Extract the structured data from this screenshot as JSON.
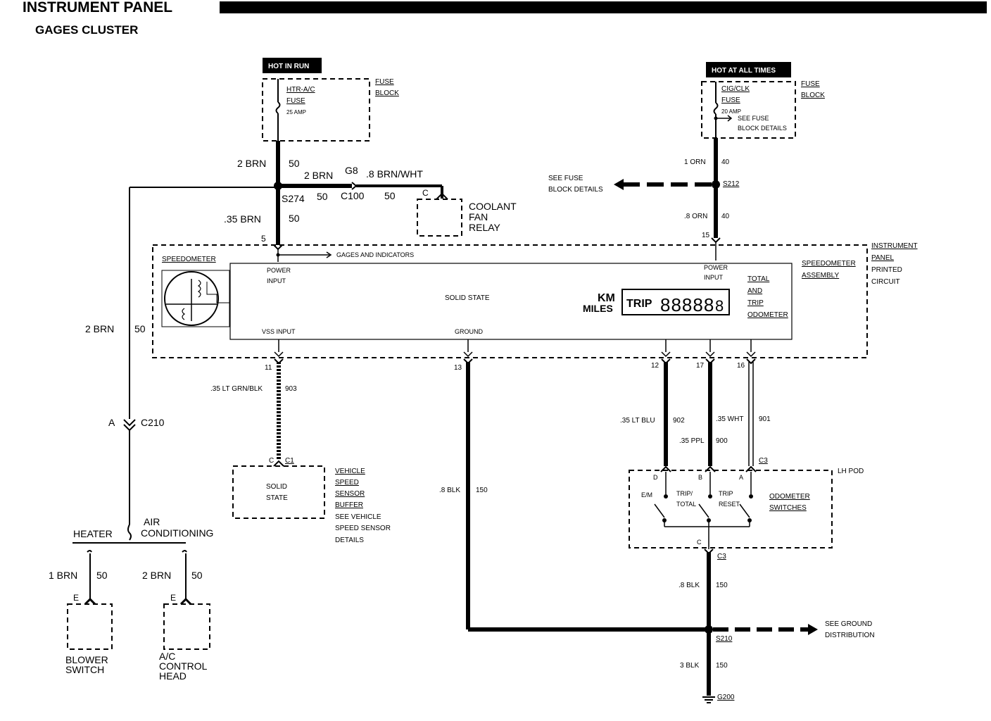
{
  "header": {
    "title": "INSTRUMENT PANEL",
    "subtitle": "GAGES CLUSTER"
  },
  "power_left": {
    "badge": "HOT IN RUN",
    "fuse_name": "HTR-A/C",
    "fuse_word": "FUSE",
    "fuse_rating": "25 AMP",
    "block_label_1": "FUSE",
    "block_label_2": "BLOCK"
  },
  "power_right": {
    "badge": "HOT AT ALL TIMES",
    "fuse_name": "CIG/CLK",
    "fuse_word": "FUSE",
    "fuse_rating": "20 AMP",
    "note_1": "SEE FUSE",
    "note_2": "BLOCK DETAILS",
    "block_label_1": "FUSE",
    "block_label_2": "BLOCK"
  },
  "wires": {
    "w_2brn_top": "2 BRN",
    "w_50_top": "50",
    "w_2brn_mid": "2 BRN",
    "w_g8": "G8",
    "w_8brnwht": ".8 BRN/WHT",
    "w_s274": "S274",
    "w_50_s274": "50",
    "w_c100": "C100",
    "w_50_c100": "50",
    "w_35brn": ".35 BRN",
    "w_50_35brn": "50",
    "w_pin5": "5",
    "w_2brn_left": "2 BRN",
    "w_50_left": "50",
    "w_1orn": "1 ORN",
    "w_40_top": "40",
    "w_s212": "S212",
    "w_8orn": ".8 ORN",
    "w_40_bot": "40",
    "w_pin15": "15",
    "w_pin11": "11",
    "w_ltgrnblk": ".35 LT GRN/BLK",
    "w_903": "903",
    "w_pin13": "13",
    "w_8blk_mid": ".8 BLK",
    "w_150_mid": "150",
    "w_pin12": "12",
    "w_ltblu": ".35 LT BLU",
    "w_902": "902",
    "w_pin17": "17",
    "w_wht": ".35 WHT",
    "w_ppl": ".35 PPL",
    "w_900": "900",
    "w_pin16": "16",
    "w_901": "901",
    "w_8blk_low": ".8 BLK",
    "w_150_low": "150",
    "w_s210": "S210",
    "w_3blk": "3 BLK",
    "w_150_bot": "150",
    "w_g200": "G200",
    "w_c3_top": "C3",
    "w_c3_bot": "C3",
    "w_1brn": "1 BRN",
    "w_50_1brn": "50",
    "w_2brn_ac": "2 BRN",
    "w_50_ac": "50",
    "w_c210_a": "A",
    "w_c210": "C210"
  },
  "references": {
    "fuse_block_details_1": "SEE FUSE",
    "fuse_block_details_2": "BLOCK DETAILS",
    "ground_dist_1": "SEE GROUND",
    "ground_dist_2": "DISTRIBUTION"
  },
  "coolant_relay": {
    "pin": "C",
    "line1": "COOLANT",
    "line2": "FAN",
    "line3": "RELAY"
  },
  "cluster": {
    "speedometer_label": "SPEEDOMETER",
    "gages_indicators": "GAGES AND INDICATORS",
    "power_input_left_1": "POWER",
    "power_input_left_2": "INPUT",
    "power_input_right_1": "POWER",
    "power_input_right_2": "INPUT",
    "solid_state": "SOLID STATE",
    "vss_input": "VSS INPUT",
    "ground": "GROUND",
    "km": "KM",
    "miles": "MILES",
    "trip": "TRIP",
    "odometer_digits": "88888",
    "odometer_decimal": "8",
    "total_1": "TOTAL",
    "total_2": "AND",
    "total_3": "TRIP",
    "total_4": "ODOMETER",
    "assembly_1": "SPEEDOMETER",
    "assembly_2": "ASSEMBLY",
    "ipc_1": "INSTRUMENT",
    "ipc_2": "PANEL",
    "ipc_3": "PRINTED",
    "ipc_4": "CIRCUIT"
  },
  "vss_buffer": {
    "pin": "C",
    "connector": "C1",
    "line1": "SOLID",
    "line2": "STATE",
    "label_1": "VEHICLE",
    "label_2": "SPEED",
    "label_3": "SENSOR",
    "label_4": "BUFFER",
    "label_5": "SEE VEHICLE",
    "label_6": "SPEED SENSOR",
    "label_7": "DETAILS"
  },
  "lh_pod": {
    "title": "LH POD",
    "pin_d": "D",
    "pin_b": "B",
    "pin_a": "A",
    "pin_c": "C",
    "em": "E/M",
    "trip_total_1": "TRIP/",
    "trip_total_2": "TOTAL",
    "trip_reset_1": "TRIP",
    "trip_reset_2": "RESET",
    "odo_1": "ODOMETER",
    "odo_2": "SWITCHES"
  },
  "hvac": {
    "heater": "HEATER",
    "air_1": "AIR",
    "air_2": "CONDITIONING",
    "blower_pin": "E",
    "blower_1": "BLOWER",
    "blower_2": "SWITCH",
    "ac_pin": "E",
    "ac_1": "A/C",
    "ac_2": "CONTROL",
    "ac_3": "HEAD"
  }
}
